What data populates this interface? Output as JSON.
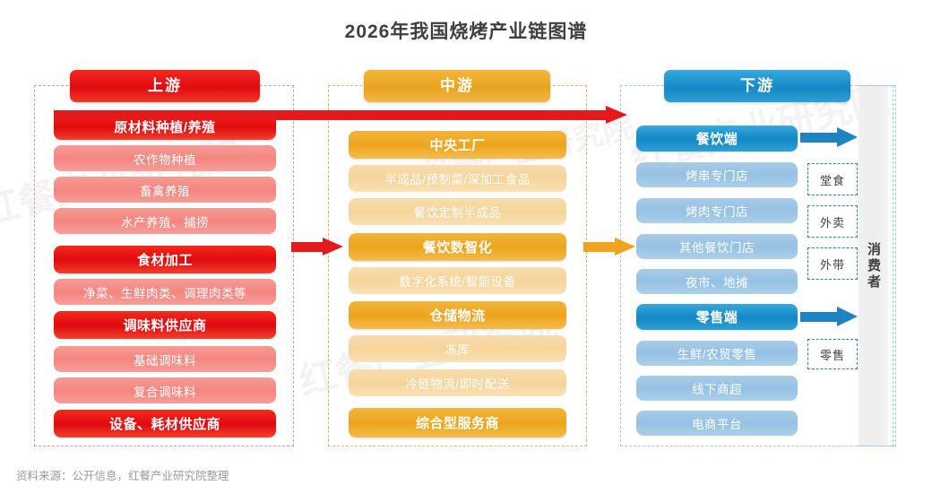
{
  "title": "2026年我国烧烤产业链图谱",
  "footer": "资料来源：公开信息，红餐产业研究院整理",
  "watermarks": {
    "w1": "红餐产业研究院",
    "w2": "红餐产业研究院",
    "w3": "红餐产业研究院",
    "w4": "红餐产业研究院"
  },
  "colors": {
    "upstream": "#e00b10",
    "upstream_light": "#f4857f",
    "midstream": "#eda41d",
    "midstream_light": "#f6d59b",
    "downstream": "#1488c5",
    "downstream_light": "#95c1e3",
    "title_text": "#3f3f3f",
    "footer_text": "#9a9a9a",
    "dash_upstream": "#e58fa0",
    "dash_midstream": "#e0b76a",
    "dash_downstream": "#9fc9e8",
    "channel_border": "#2a7fbe",
    "consumer_panel": "#f0f0f0"
  },
  "columns": {
    "upstream": {
      "header": "上游",
      "items": [
        {
          "label": "原材料种植/养殖",
          "level": "major"
        },
        {
          "label": "农作物种植",
          "level": "minor"
        },
        {
          "label": "畜禽养殖",
          "level": "minor"
        },
        {
          "label": "水产养殖、捕捞",
          "level": "minor"
        },
        {
          "label": "食材加工",
          "level": "major"
        },
        {
          "label": "净菜、生鲜肉类、调理肉类等",
          "level": "minor"
        },
        {
          "label": "调味料供应商",
          "level": "major"
        },
        {
          "label": "基础调味料",
          "level": "minor"
        },
        {
          "label": "复合调味料",
          "level": "minor"
        },
        {
          "label": "设备、耗材供应商",
          "level": "major"
        }
      ]
    },
    "midstream": {
      "header": "中游",
      "items": [
        {
          "label": "中央工厂",
          "level": "major"
        },
        {
          "label": "半成品/预制菜/深加工食品",
          "level": "minor"
        },
        {
          "label": "餐饮定制半成品",
          "level": "minor"
        },
        {
          "label": "餐饮数智化",
          "level": "major"
        },
        {
          "label": "数字化系统/智能设备",
          "level": "minor"
        },
        {
          "label": "仓储物流",
          "level": "major"
        },
        {
          "label": "冻库",
          "level": "minor"
        },
        {
          "label": "冷链物流/即时配送",
          "level": "minor"
        },
        {
          "label": "综合型服务商",
          "level": "major"
        }
      ]
    },
    "downstream": {
      "header": "下游",
      "items": [
        {
          "label": "餐饮端",
          "level": "major"
        },
        {
          "label": "烤串专门店",
          "level": "minor"
        },
        {
          "label": "烤肉专门店",
          "level": "minor"
        },
        {
          "label": "其他餐饮门店",
          "level": "minor"
        },
        {
          "label": "夜市、地摊",
          "level": "minor"
        },
        {
          "label": "零售端",
          "level": "major"
        },
        {
          "label": "生鲜/农贸零售",
          "level": "minor"
        },
        {
          "label": "线下商超",
          "level": "minor"
        },
        {
          "label": "电商平台",
          "level": "minor"
        }
      ]
    }
  },
  "channels": [
    {
      "label": "堂食"
    },
    {
      "label": "外卖"
    },
    {
      "label": "外带"
    },
    {
      "label": "零售"
    }
  ],
  "consumer": {
    "label": "消费者"
  },
  "arrows": {
    "long_red": "upstream-to-downstream",
    "short_red": "upstream-to-midstream",
    "orange": "midstream-to-downstream",
    "blue_food": "food-service-to-consumer",
    "blue_retail": "retail-to-consumer"
  }
}
